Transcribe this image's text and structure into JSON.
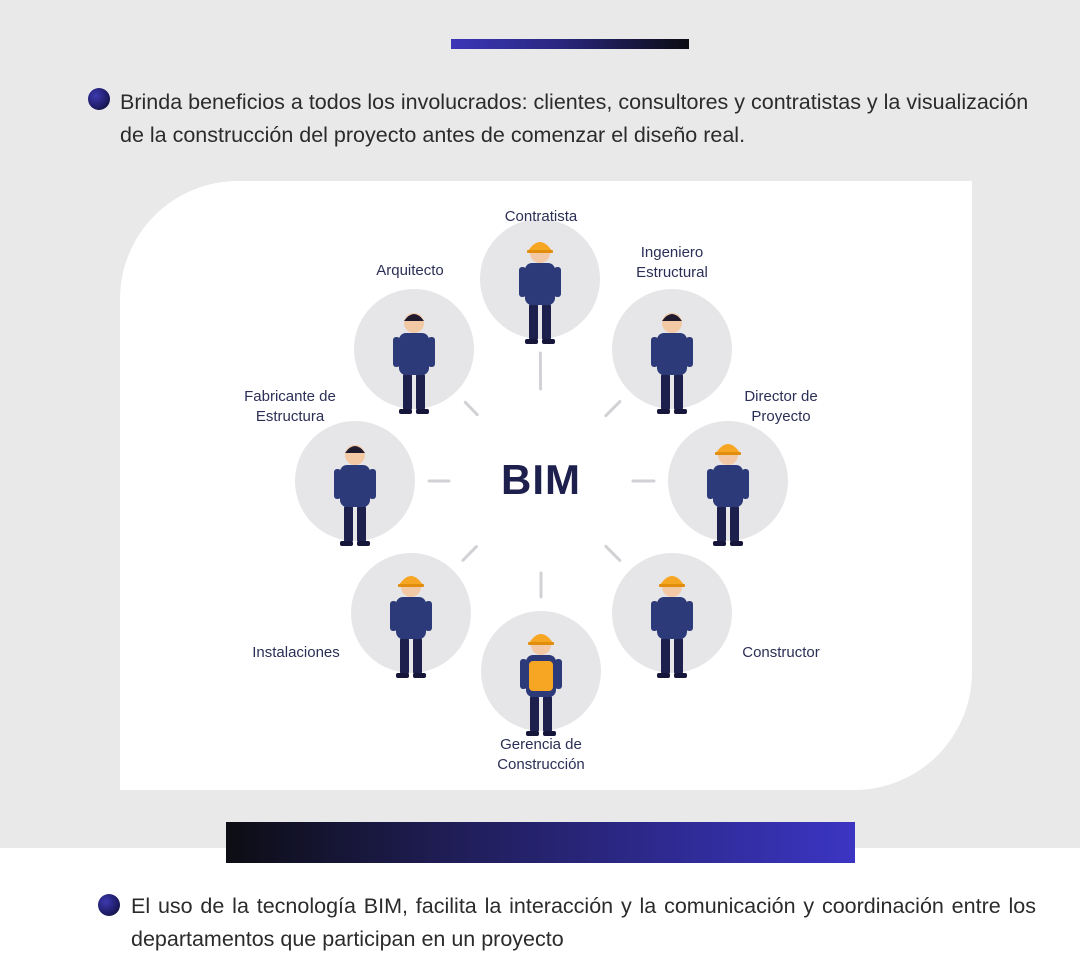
{
  "intro": {
    "text": "Brinda beneficios a todos los involucrados: clientes, consultores y contratistas y la visualización de la construcción del proyecto antes de comenzar el diseño real."
  },
  "diagram": {
    "center_label": "BIM",
    "roles": [
      {
        "id": "contratista",
        "label": "Contratista",
        "icon": "contractor-icon"
      },
      {
        "id": "ingeniero-estructural",
        "label": "Ingeniero\nEstructural",
        "icon": "engineer-icon"
      },
      {
        "id": "director-de-proyecto",
        "label": "Director de\nProyecto",
        "icon": "project-director-icon"
      },
      {
        "id": "constructor",
        "label": "Constructor",
        "icon": "builder-icon"
      },
      {
        "id": "gerencia-de-construccion",
        "label": "Gerencia de\nConstrucción",
        "icon": "construction-manager-icon"
      },
      {
        "id": "instalaciones",
        "label": "Instalaciones",
        "icon": "installer-icon"
      },
      {
        "id": "fabricante-de-estructura",
        "label": "Fabricante de\nEstructura",
        "icon": "welder-icon"
      },
      {
        "id": "arquitecto",
        "label": "Arquitecto",
        "icon": "architect-icon"
      }
    ]
  },
  "footer": {
    "text": "El uso de la tecnología BIM, facilita la interacción y la comunicación y coordinación entre los departamentos que participan en un proyecto"
  },
  "colors": {
    "accent": "#3a36b8",
    "dark": "#0b0b12",
    "navy": "#1d1f4d",
    "circle": "#e6e6e8",
    "helmet": "#f6a623"
  }
}
